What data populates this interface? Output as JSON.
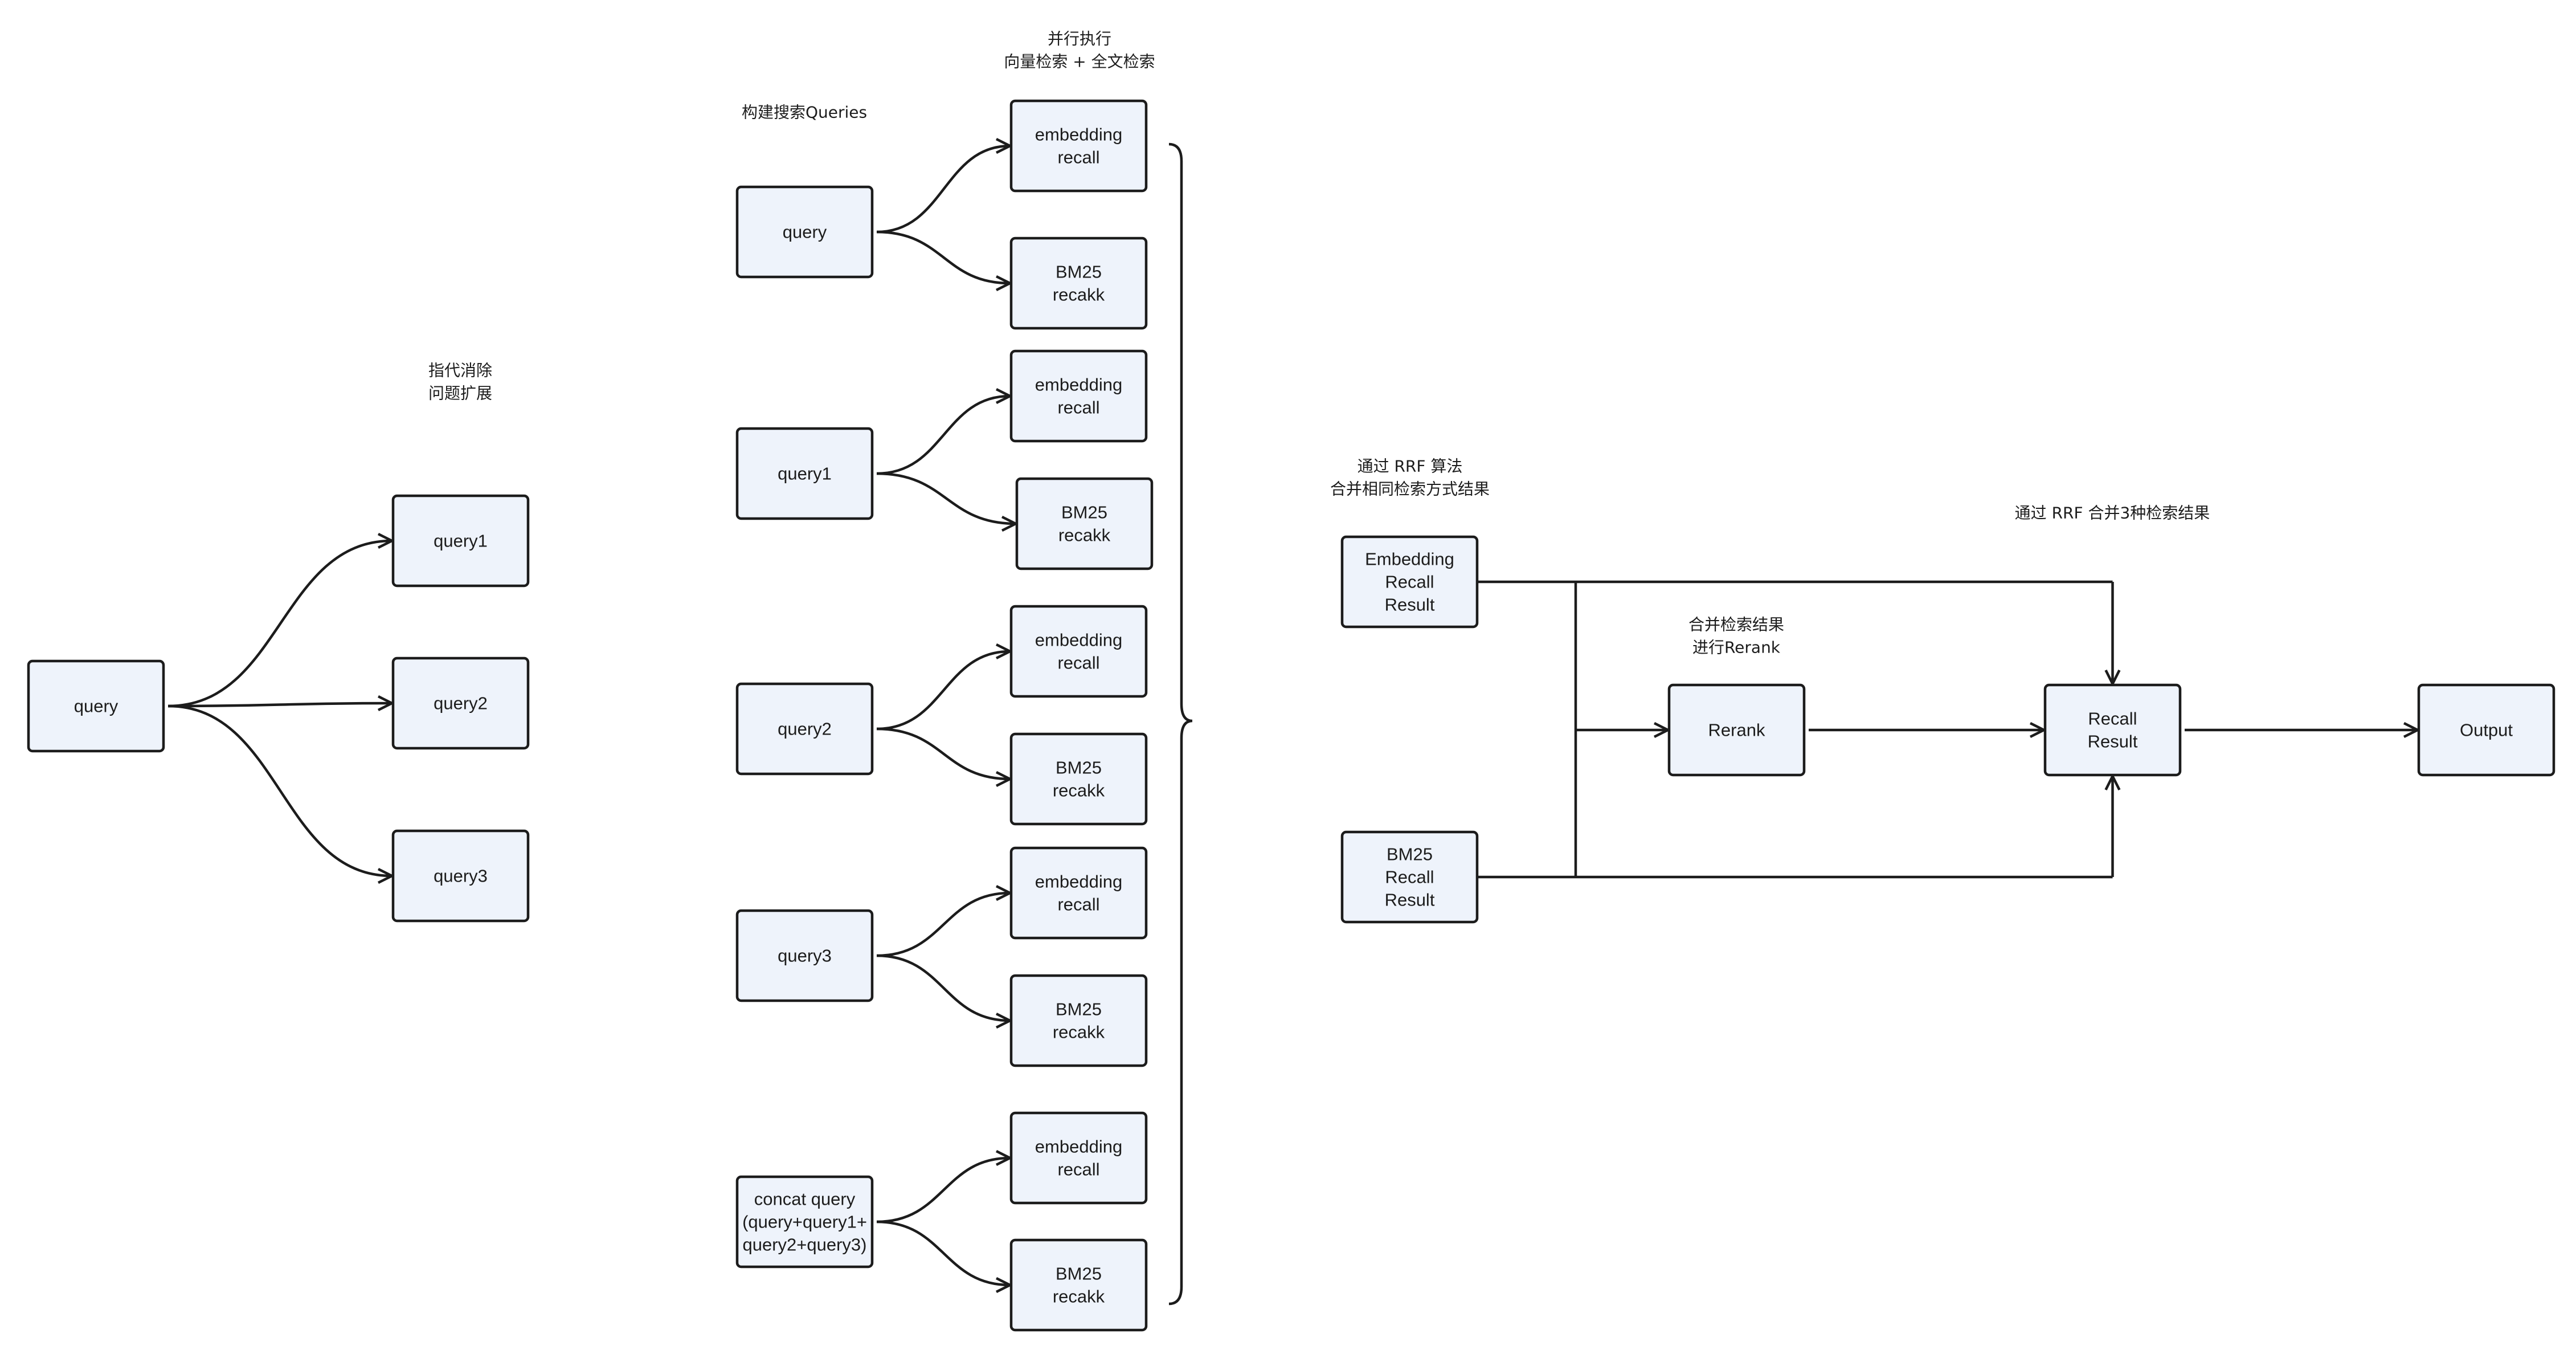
{
  "nodes": {
    "query_root": [
      "query"
    ],
    "expand_q1": [
      "query1"
    ],
    "expand_q2": [
      "query2"
    ],
    "expand_q3": [
      "query3"
    ],
    "build_query": [
      "query"
    ],
    "build_query1": [
      "query1"
    ],
    "build_query2": [
      "query2"
    ],
    "build_query3": [
      "query3"
    ],
    "build_concat": [
      "concat query",
      "(query+query1+",
      "query2+query3)"
    ],
    "emb_0": [
      "embedding",
      "recall"
    ],
    "bm25_0": [
      "BM25",
      "recakk"
    ],
    "emb_1": [
      "embedding",
      "recall"
    ],
    "bm25_1": [
      "BM25",
      "recakk"
    ],
    "emb_2": [
      "embedding",
      "recall"
    ],
    "bm25_2": [
      "BM25",
      "recakk"
    ],
    "emb_3": [
      "embedding",
      "recall"
    ],
    "bm25_3": [
      "BM25",
      "recakk"
    ],
    "emb_4": [
      "embedding",
      "recall"
    ],
    "bm25_4": [
      "BM25",
      "recakk"
    ],
    "embedding_result": [
      "Embedding",
      "Recall",
      "Result"
    ],
    "bm25_result": [
      "BM25",
      "Recall",
      "Result"
    ],
    "rerank": [
      "Rerank"
    ],
    "recall_result": [
      "Recall",
      "Result"
    ],
    "output": [
      "Output"
    ]
  },
  "labels": {
    "coref_expand": [
      "指代消除",
      "问题扩展"
    ],
    "build_queries": [
      "构建搜索Queries"
    ],
    "parallel": [
      "并行执行",
      "向量检索 + 全文检索"
    ],
    "rrf_same": [
      "通过 RRF 算法",
      "合并相同检索方式结果"
    ],
    "merge_rerank": [
      "合并检索结果",
      "进行Rerank"
    ],
    "rrf_three": [
      "通过 RRF 合并3种检索结果"
    ]
  }
}
